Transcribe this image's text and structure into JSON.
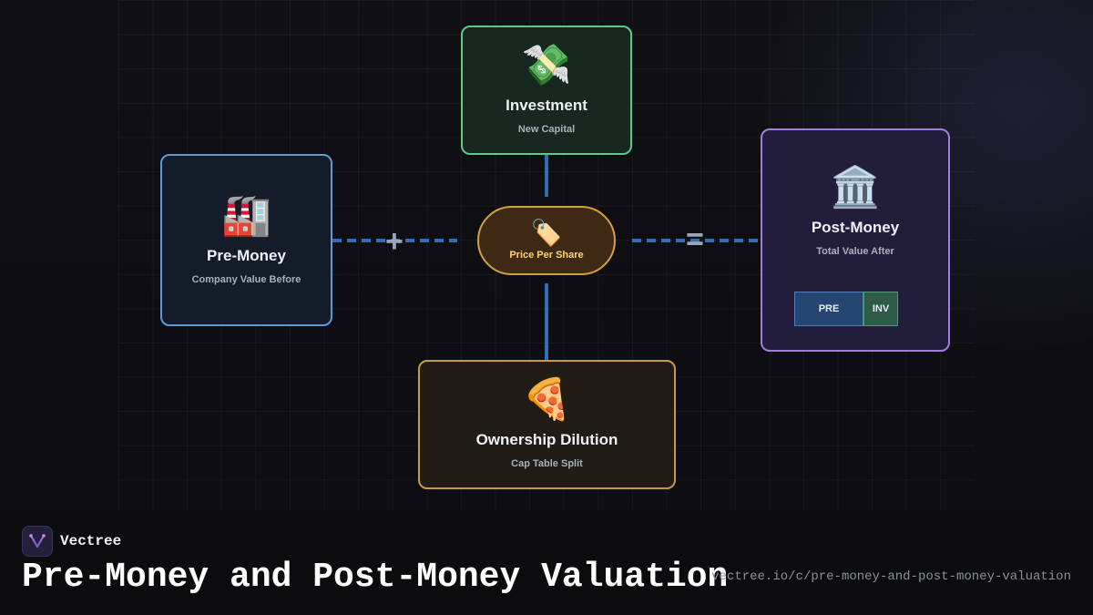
{
  "nodes": {
    "investment": {
      "icon": "💸",
      "icon_name": "money-with-wings-icon",
      "title": "Investment",
      "subtitle": "New Capital"
    },
    "pre_money": {
      "icon": "🏭",
      "icon_name": "factory-icon",
      "title": "Pre-Money",
      "subtitle": "Company Value Before"
    },
    "price_per_share": {
      "icon": "🏷️",
      "icon_name": "price-tag-icon",
      "title": "Price Per Share"
    },
    "post_money": {
      "icon": "🏛️",
      "icon_name": "bank-building-icon",
      "title": "Post-Money",
      "subtitle": "Total Value After",
      "bar": {
        "pre_label": "PRE",
        "inv_label": "INV"
      }
    },
    "dilution": {
      "icon": "🍕",
      "icon_name": "pizza-slice-icon",
      "title": "Ownership Dilution",
      "subtitle": "Cap Table Split"
    }
  },
  "operators": {
    "plus": "+",
    "equals": "="
  },
  "colors": {
    "investment": "#5ec98a",
    "pre_money": "#5b9bd8",
    "post_money": "#a07fdc",
    "dilution": "#c99a3b",
    "price_per_share": "#d3a23c",
    "connector": "#2f6fb8"
  },
  "footer": {
    "brand": "Vectree",
    "title": "Pre-Money and Post-Money Valuation",
    "url": "vectree.io/c/pre-money-and-post-money-valuation"
  }
}
